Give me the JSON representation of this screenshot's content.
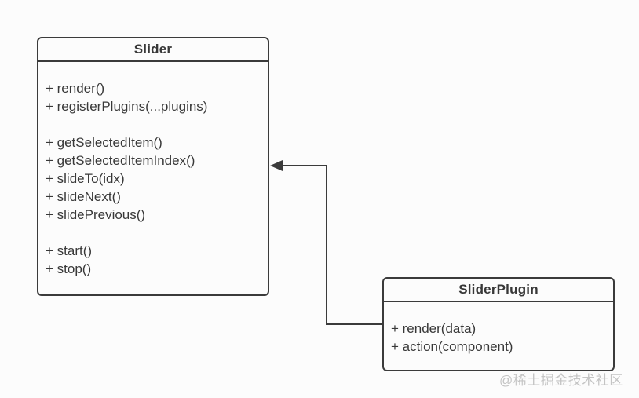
{
  "diagram": {
    "classes": [
      {
        "name": "Slider",
        "method_groups": [
          [
            "+ render()",
            "+ registerPlugins(...plugins)"
          ],
          [
            "+ getSelectedItem()",
            "+ getSelectedItemIndex()",
            "+ slideTo(idx)",
            "+ slideNext()",
            "+ slidePrevious()"
          ],
          [
            "+ start()",
            "+ stop()"
          ]
        ]
      },
      {
        "name": "SliderPlugin",
        "method_groups": [
          [
            "+ render(data)",
            "+ action(component)"
          ]
        ]
      }
    ],
    "relationship": {
      "type": "directed-association",
      "from": "SliderPlugin",
      "to": "Slider"
    },
    "watermark": "@稀土掘金技术社区",
    "colors": {
      "stroke": "#3b3b3b",
      "text": "#383838",
      "background": "#fcfcfc",
      "watermark": "#c4c4c4"
    }
  }
}
